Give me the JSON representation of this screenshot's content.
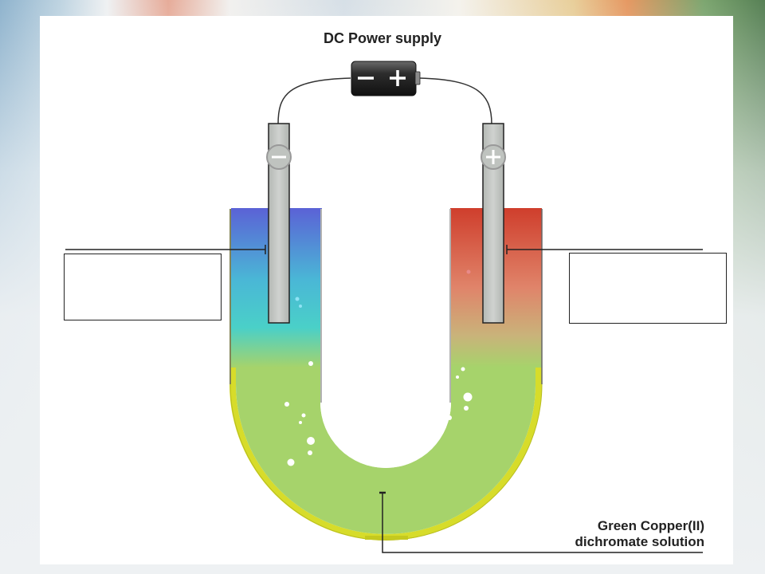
{
  "diagram": {
    "title": "DC Power supply",
    "battery": {
      "negative_symbol": "−",
      "positive_symbol": "+"
    },
    "cathode_symbol": "−",
    "anode_symbol": "+",
    "solution_label_line1": "Green Copper(II)",
    "solution_label_line2": "dichromate solution"
  },
  "colors": {
    "cathode_solution": "#5b6fd8",
    "cathode_mid": "#43c7d2",
    "anode_solution": "#d2412e",
    "anode_mid": "#e48a70",
    "green_solution": "#a6d36b",
    "tube_wall": "#d7dc2a",
    "electrode": "#c9ccc9"
  }
}
